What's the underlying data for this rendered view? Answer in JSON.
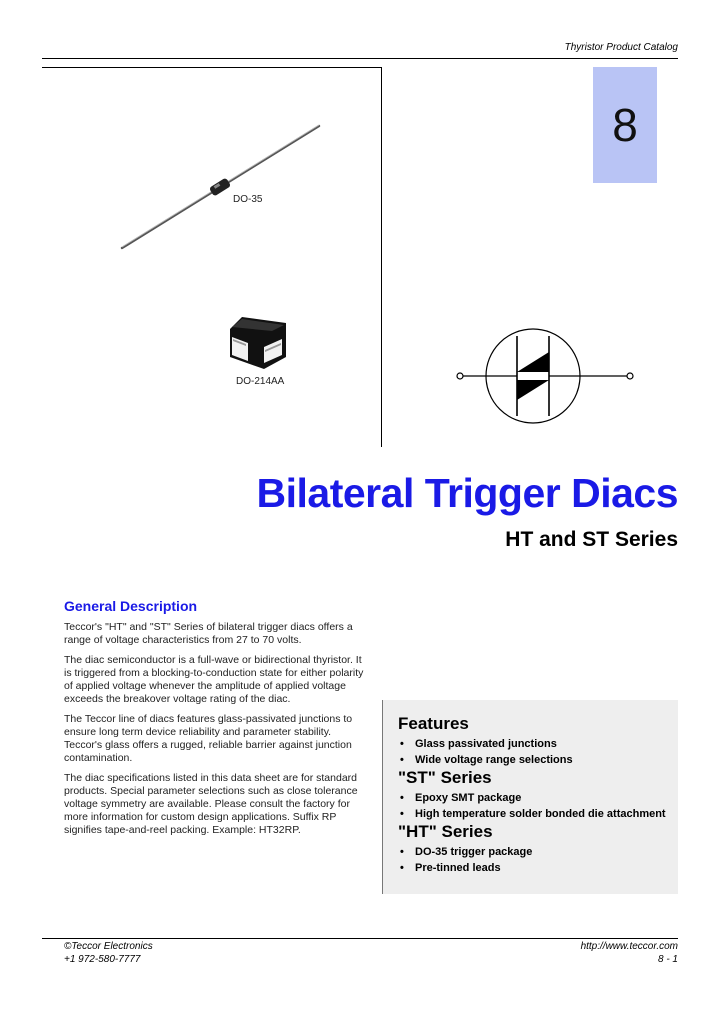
{
  "header": {
    "catalog": "Thyristor Product Catalog"
  },
  "section_number": "8",
  "packages": {
    "do35_label": "DO-35",
    "do214_label": "DO-214AA"
  },
  "title": "Bilateral Trigger Diacs",
  "subtitle": "HT and ST Series",
  "general_description": {
    "heading": "General Description",
    "paragraphs": [
      "Teccor's \"HT\" and \"ST\" Series of bilateral trigger diacs offers a range of voltage characteristics from 27 to 70 volts.",
      "The diac semiconductor is a full-wave or bidirectional thyristor. It is triggered from a blocking-to-conduction state for either polarity of applied voltage whenever the amplitude of applied voltage exceeds the breakover voltage rating of the diac.",
      "The Teccor line of diacs features glass-passivated junctions to ensure long term device reliability and parameter stability. Teccor's glass offers a rugged, reliable barrier against junction contamination.",
      "The diac specifications listed in this data sheet are for standard products. Special parameter selections such as close tolerance voltage symmetry are available. Please consult the factory for more information for custom design applications. Suffix RP signifies tape-and-reel packing. Example: HT32RP."
    ]
  },
  "features": {
    "heading": "Features",
    "items": [
      "Glass passivated junctions",
      "Wide voltage range selections"
    ],
    "st_heading": "\"ST\" Series",
    "st_items": [
      "Epoxy SMT package",
      "High temperature solder bonded die attachment"
    ],
    "ht_heading": "\"HT\" Series",
    "ht_items": [
      "DO-35 trigger package",
      "Pre-tinned leads"
    ],
    "bullet": "•"
  },
  "footer": {
    "company": "©Teccor Electronics",
    "phone": "+1 972-580-7777",
    "url": "http://www.teccor.com",
    "page": "8 - 1"
  }
}
